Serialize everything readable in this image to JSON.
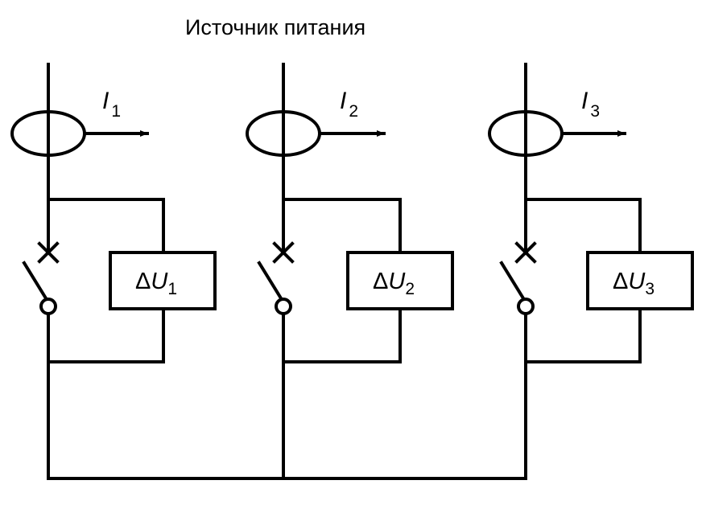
{
  "title": "Источник питания",
  "branches": [
    {
      "current_symbol": "I",
      "current_index": "1",
      "delta": "Δ",
      "voltage_symbol": "U",
      "voltage_index": "1"
    },
    {
      "current_symbol": "I",
      "current_index": "2",
      "delta": "Δ",
      "voltage_symbol": "U",
      "voltage_index": "2"
    },
    {
      "current_symbol": "I",
      "current_index": "3",
      "delta": "Δ",
      "voltage_symbol": "U",
      "voltage_index": "3"
    }
  ]
}
